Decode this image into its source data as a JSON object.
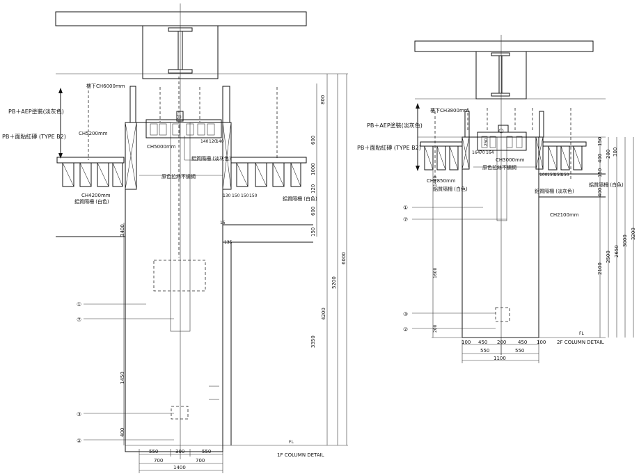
{
  "left_detail": {
    "title": "1F COLUMN DETAIL",
    "fl_label": "FL",
    "notes": {
      "ceiling_6000": "樓下CH6000mm",
      "pb_aep": "PB＋AEP塗裝(淡灰色)",
      "pb_tile": "PB＋面貼紅磚 (TYPE B2)",
      "ch5200": "CH5200mm",
      "ch5000": "CH5000mm",
      "alu_grille_grey": "鋁質隔柵 (淡灰色)",
      "stainless": "原色拉絲不鏽鋼",
      "ch4200": "CH4200mm",
      "alu_grille_white_left": "鋁質隔柵 (白色)",
      "alu_grille_white_right": "鋁質隔柵 (白色)"
    },
    "callouts": [
      "①",
      "⑦",
      "③",
      "②"
    ],
    "dims_right_outer": [
      "800",
      "600",
      "1000",
      "120",
      "600",
      "150",
      "4200",
      "5200",
      "6000",
      "3350"
    ],
    "dims_left": [
      "3400",
      "1450",
      "400"
    ],
    "dims_small": [
      "140",
      "120",
      "140",
      "130",
      "150",
      "150",
      "150",
      "150",
      "15",
      "135"
    ],
    "dims_bottom_row1": [
      "550",
      "300",
      "550"
    ],
    "dims_bottom_row2": [
      "700",
      "700"
    ],
    "dims_bottom_total": "1400"
  },
  "right_detail": {
    "title": "2F COLUMN DETAIL",
    "fl_label": "FL",
    "notes": {
      "ceiling_3800": "樓下CH3800mm",
      "pb_aep": "PB＋AEP塗裝(淡灰色)",
      "pb_tile": "PB＋面貼紅磚 (TYPE B2)",
      "ch3000": "CH3000mm",
      "ch2850": "CH2850mm",
      "stainless": "原色拉絲不鏽鋼",
      "alu_grille_white": "鋁質隔柵 (白色)",
      "alu_grille_grey": "鋁質隔柵 (淡灰色)",
      "alu_grille_white_right": "鋁質隔柵 (白色)",
      "ch2100": "CH2100mm"
    },
    "callouts": [
      "①",
      "⑦",
      "③",
      "②"
    ],
    "dims_right": [
      "150",
      "400",
      "200",
      "150",
      "400",
      "300",
      "2100",
      "2500",
      "2650",
      "3000",
      "3200"
    ],
    "dims_left": [
      "1400",
      "1600",
      "200"
    ],
    "dims_small": [
      "164",
      "70",
      "164",
      "250",
      "100",
      "150",
      "150",
      "150"
    ],
    "dims_bottom_row1": [
      "100",
      "450",
      "200",
      "450",
      "100"
    ],
    "dims_bottom_row2": [
      "550",
      "550"
    ],
    "dims_bottom_total": "1100"
  }
}
